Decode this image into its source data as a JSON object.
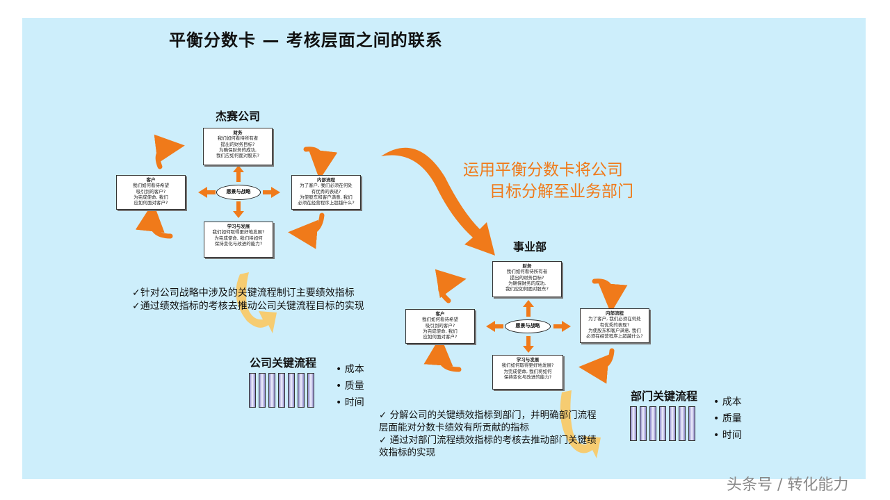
{
  "title": "平衡分数卡 — 考核层面之间的联系",
  "company": {
    "label": "杰赛公司",
    "finance": {
      "title": "财务",
      "lines": [
        "我们如何看待所有者",
        "提出的财务目标?",
        "为确保财务的成功,",
        "我们应如何面对股东?"
      ]
    },
    "customer": {
      "title": "客户",
      "lines": [
        "我们如何看待希望",
        "吸引到的客户?",
        "为完成使命, 我们",
        "应如何面对客户?"
      ]
    },
    "internal": {
      "title": "内部流程",
      "lines": [
        "为了客户, 我们必须在何处",
        "有优秀的表现?",
        "为使股东和客户满意, 我们",
        "必须在经营程序上超越什么?"
      ]
    },
    "learning": {
      "title": "学习与发展",
      "lines": [
        "我们如何取得更好地发展?",
        "为完成使命, 我们将如何",
        "保持变化与改进的能力?"
      ]
    },
    "center": "愿景与战略",
    "checks": [
      "✓针对公司战略中涉及的关键流程制订主要绩效指标",
      "✓通过绩效指标的考核去推动公司关键流程目标的实现"
    ],
    "process_label": "公司关键流程",
    "bullets": [
      "• 成本",
      "• 质量",
      "• 时间"
    ]
  },
  "annotation": [
    "运用平衡分数卡将公司",
    "目标分解至业务部门"
  ],
  "division": {
    "label": "事业部",
    "finance": {
      "title": "财务",
      "lines": [
        "我们如何看待所有者",
        "提出的财务目标?",
        "为确保财务的成功,",
        "我们应如何面对股东?"
      ]
    },
    "customer": {
      "title": "客户",
      "lines": [
        "我们如何看待希望",
        "吸引到的客户?",
        "为完成使命, 我们",
        "应如何面对客户?"
      ]
    },
    "internal": {
      "title": "内部流程",
      "lines": [
        "为了客户, 我们必须在何处",
        "有优秀的表现?",
        "为使股东和客户满意, 我们",
        "必须在经营程序上超越什么?"
      ]
    },
    "learning": {
      "title": "学习与发展",
      "lines": [
        "我们如何取得更好地发展?",
        "为完成使命, 我们将如何",
        "保持变化与改进的能力?"
      ]
    },
    "center": "愿景与战略",
    "checks": [
      "✓  分解公司的关键绩效指标到部门，并明确部门流程",
      "    层面能对分数卡绩效有所贡献的指标",
      "✓  通过对部门流程绩效指标的考核去推动部门关键绩",
      "    效指标的实现"
    ],
    "process_label": "部门关键流程",
    "bullets": [
      "• 成本",
      "• 质量",
      "• 时间"
    ]
  },
  "watermark": "头条号 / 转化能力"
}
